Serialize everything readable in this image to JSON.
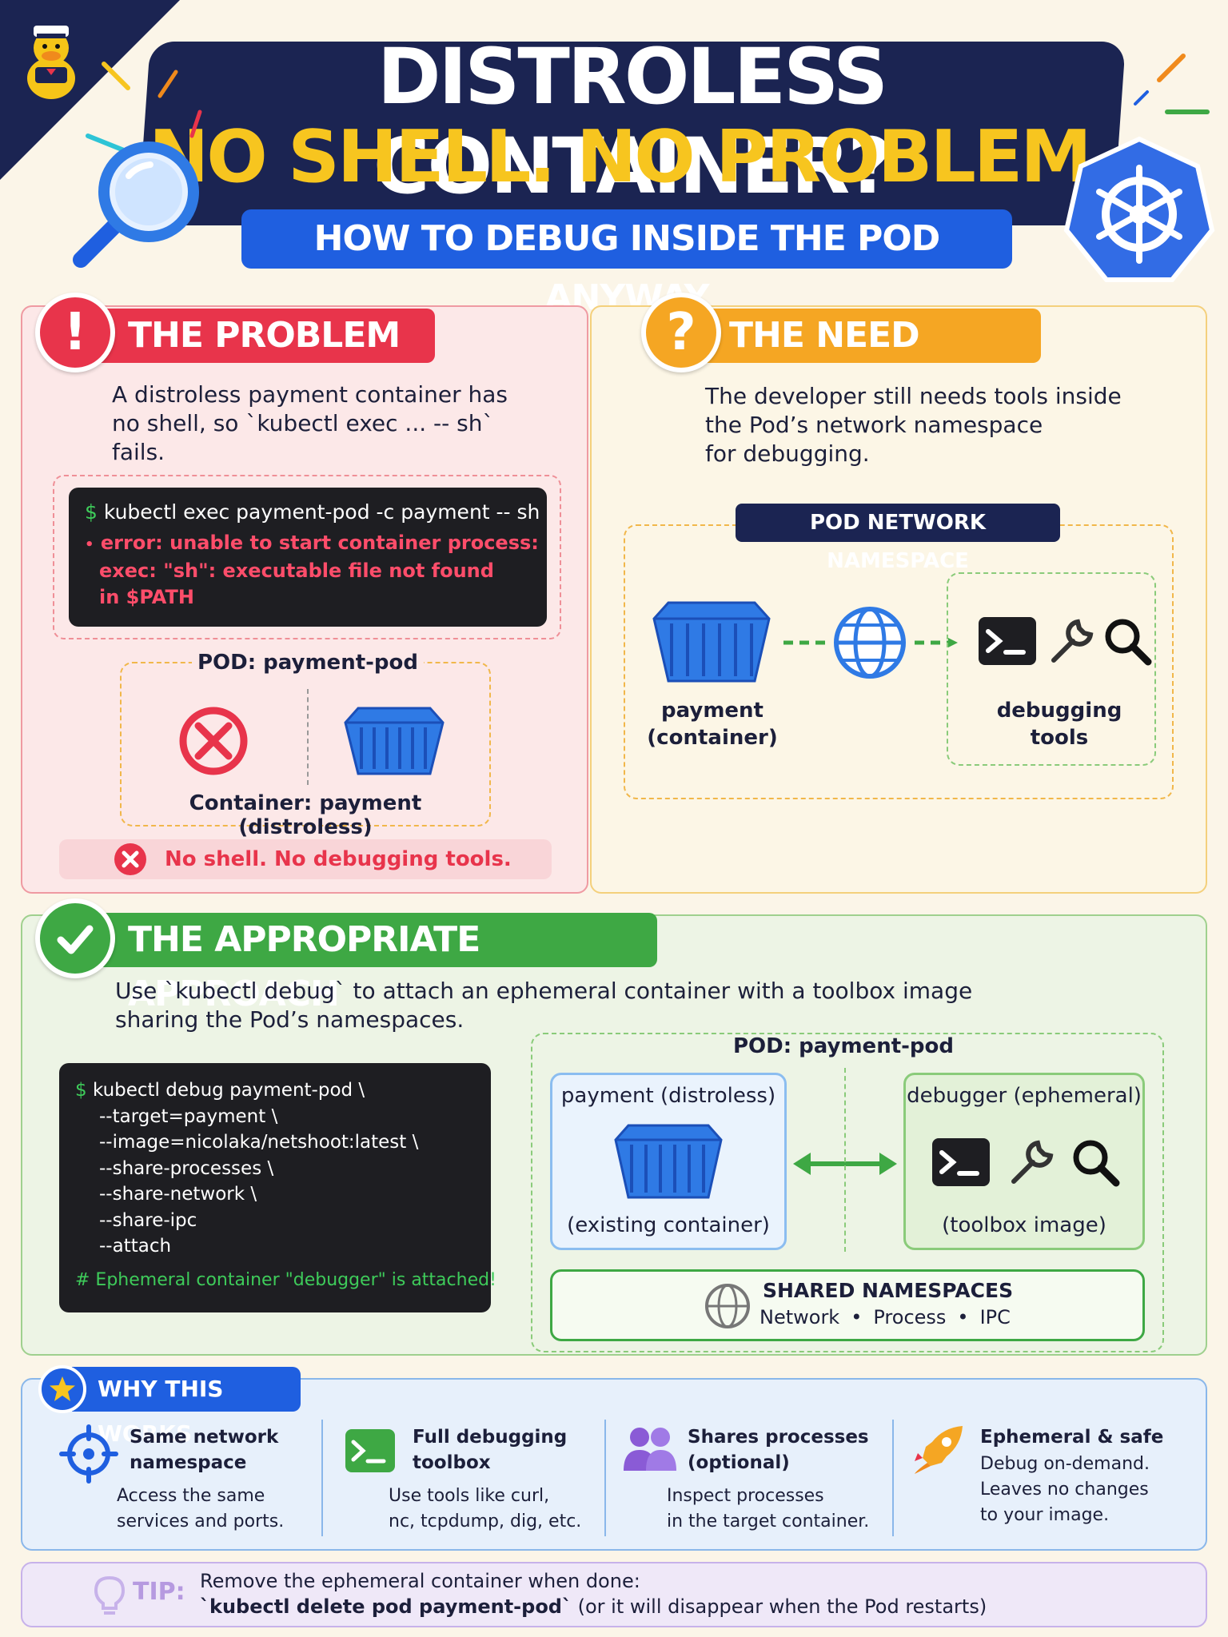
{
  "header": {
    "title_line1": "DISTROLESS CONTAINER?",
    "title_line2": "NO SHELL. NO PROBLEM.",
    "subtitle": "HOW TO DEBUG INSIDE THE POD ANYWAY"
  },
  "problem": {
    "icon_glyph": "!",
    "title": "THE PROBLEM",
    "description": "A distroless payment container has\nno shell, so `kubectl exec ... -- sh`\nfails.",
    "terminal": {
      "prompt": "$",
      "command": "kubectl exec payment-pod -c payment -- sh",
      "bullet": "•",
      "error_line1": "error: unable to start container process:",
      "error_line2": "exec: \"sh\": executable file not found",
      "error_line3": "in $PATH"
    },
    "pod_label": "POD: payment-pod",
    "container_label": "Container: payment (distroless)",
    "status": "No shell. No debugging tools."
  },
  "need": {
    "icon_glyph": "?",
    "title": "THE NEED",
    "description": "The developer still needs tools inside\nthe Pod’s network namespace\nfor debugging.",
    "namespace_label": "POD NETWORK NAMESPACE",
    "payment_label": "payment\n(container)",
    "tools_label": "debugging\ntools"
  },
  "approach": {
    "title": "THE APPROPRIATE APPROACH",
    "description": "Use `kubectl debug` to attach an ephemeral container with a toolbox image\nsharing the Pod’s namespaces.",
    "terminal": {
      "prompt": "$",
      "lines": [
        "kubectl debug payment-pod \\",
        "--target=payment \\",
        "--image=nicolaka/netshoot:latest \\",
        "--share-processes \\",
        "--share-network \\",
        "--share-ipc",
        "--attach"
      ],
      "comment": "# Ephemeral container \"debugger\" is attached!"
    },
    "pod_label": "POD: payment-pod",
    "left_box": {
      "title": "payment (distroless)",
      "caption": "(existing container)"
    },
    "right_box": {
      "title": "debugger (ephemeral)",
      "caption": "(toolbox image)"
    },
    "shared": {
      "title": "SHARED NAMESPACES",
      "items": [
        "Network",
        "Process",
        "IPC"
      ],
      "separator": "•"
    }
  },
  "why": {
    "title": "WHY THIS WORKS",
    "items": [
      {
        "title": "Same network\nnamespace",
        "text": "Access the same\nservices and ports.",
        "icon": "crosshair-icon"
      },
      {
        "title": "Full debugging\ntoolbox",
        "text": "Use tools like curl,\nnc, tcpdump, dig, etc.",
        "icon": "terminal-icon"
      },
      {
        "title": "Shares processes\n(optional)",
        "text": "Inspect processes\nin the target container.",
        "icon": "users-icon"
      },
      {
        "title": "Ephemeral & safe",
        "text": "Debug on-demand.\nLeaves no changes\nto your image.",
        "icon": "rocket-icon"
      }
    ]
  },
  "tip": {
    "label": "TIP:",
    "line1": "Remove the ephemeral container when done:",
    "line2_code": "`kubectl delete pod payment-pod`",
    "line2_rest": " (or it will disappear when the Pod restarts)"
  },
  "colors": {
    "navy": "#1b2452",
    "yellow": "#f7c51f",
    "blue": "#1f5fe0",
    "red": "#e8344b",
    "orange": "#f5a623",
    "green": "#3ea844"
  }
}
